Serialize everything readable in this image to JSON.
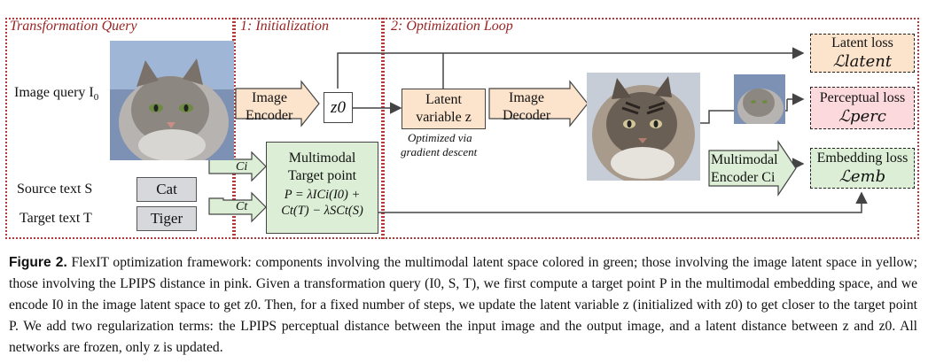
{
  "panels": {
    "query_title": "Transformation Query",
    "init_title": "1: Initialization",
    "loop_title": "2: Optimization Loop"
  },
  "inputs": {
    "image_query_label": "Image query I",
    "image_query_sub": "0",
    "source_label": "Source text S",
    "source_value": "Cat",
    "target_label": "Target text T",
    "target_value": "Tiger"
  },
  "init": {
    "encoder_line1": "Image",
    "encoder_line2": "Encoder",
    "z0": "z0",
    "ci_top": "Ci",
    "ct_bottom": "Ct"
  },
  "target_point": {
    "line1": "Multimodal",
    "line2": "Target point",
    "formula1": "P = λICi(I0) +",
    "formula2": "Ct(T) − λSCt(S)"
  },
  "loop": {
    "latent_line1": "Latent",
    "latent_line2": "variable z",
    "note_line1": "Optimized via",
    "note_line2": "gradient descent",
    "decoder_line1": "Image",
    "decoder_line2": "Decoder",
    "mm_encoder_line1": "Multimodal",
    "mm_encoder_line2": "Encoder Ci"
  },
  "losses": {
    "latent_title": "Latent loss",
    "latent_symbol": "ℒlatent",
    "perc_title": "Perceptual loss",
    "perc_symbol": "ℒperc",
    "emb_title": "Embedding loss",
    "emb_symbol": "ℒemb"
  },
  "caption": {
    "label": "Figure 2.",
    "text": "FlexIT optimization framework: components involving the multimodal latent space colored in green; those involving the image latent space in yellow; those involving the LPIPS distance in pink. Given a transformation query (I0, S, T), we first compute a target point P in the multimodal embedding space, and we encode I0 in the image latent space to get z0. Then, for a fixed number of steps, we update the latent variable z (initialized with z0) to get closer to the target point P. We add two regularization terms: the LPIPS perceptual distance between the input image and the output image, and a latent distance between z and z0. All networks are frozen, only z is updated."
  },
  "colors": {
    "panel_border": "#b23a3a",
    "title": "#9a2323",
    "peach": "#fbe3cc",
    "green": "#dcefd6",
    "pink": "#fbd9dc",
    "gray": "#d6d8dc"
  }
}
